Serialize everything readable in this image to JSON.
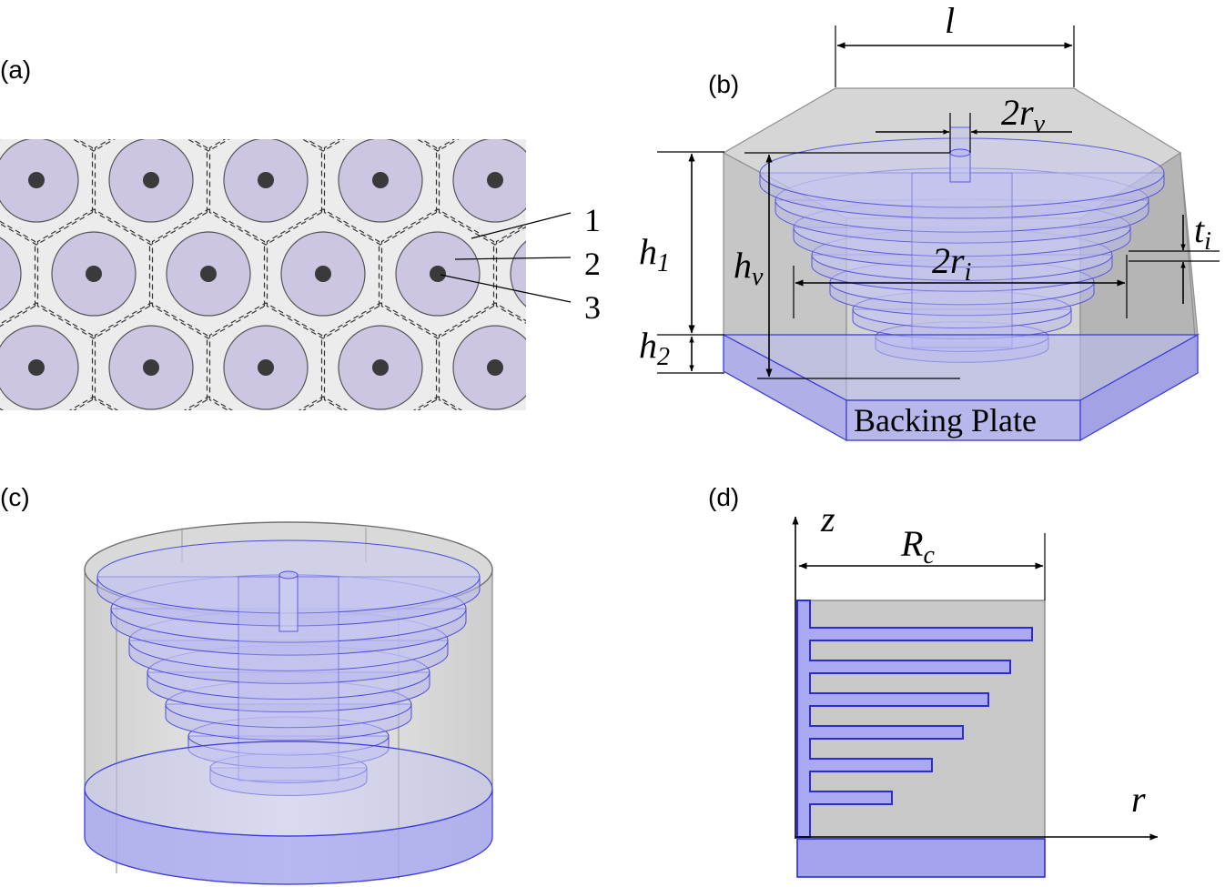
{
  "panels": {
    "a": {
      "label": "(a)",
      "callouts": [
        "1",
        "2",
        "3"
      ]
    },
    "b": {
      "label": "(b)",
      "dim_l": "l",
      "dim_2rv_main": "2r",
      "dim_2rv_sub": "v",
      "dim_h1_main": "h",
      "dim_h1_sub": "1",
      "dim_hv_main": "h",
      "dim_hv_sub": "v",
      "dim_h2_main": "h",
      "dim_h2_sub": "2",
      "dim_2ri_main": "2r",
      "dim_2ri_sub": "i",
      "dim_ti_main": "t",
      "dim_ti_sub": "i",
      "backing_plate": "Backing Plate"
    },
    "c": {
      "label": "(c)"
    },
    "d": {
      "label": "(d)",
      "axis_z": "z",
      "axis_r": "r",
      "dim_rc_main": "R",
      "dim_rc_sub": "c"
    }
  },
  "colors": {
    "matrix_gray": "#c9c9c9",
    "panel_a_bg": "#ececec",
    "resonator_purple": "#ccc6e2",
    "core_dark": "#3a3a3a",
    "outline_blue": "#2b2bd9",
    "fill_blue": "#9f9ff0"
  }
}
